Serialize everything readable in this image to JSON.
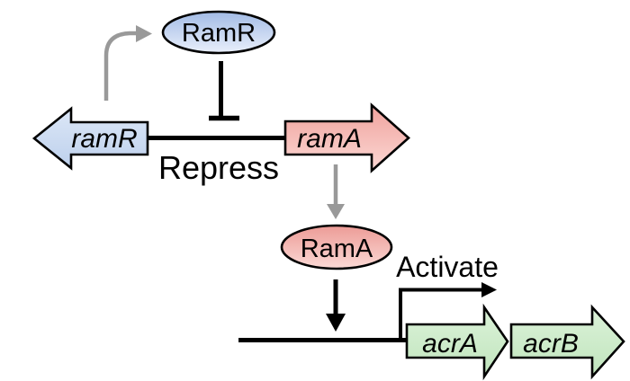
{
  "diagram": {
    "background": "#ffffff",
    "proteins": {
      "ramR": "RamR",
      "ramA": "RamA"
    },
    "genes": {
      "ramR": "ramR",
      "ramA": "ramA",
      "acrA": "acrA",
      "acrB": "acrB"
    },
    "relations": {
      "repress_label": "Repress",
      "activate_label": "Activate"
    },
    "colors": {
      "outline": "#000000",
      "dna_line": "#000000",
      "gray_arrow": "#999999",
      "repress_text": "#2d5699",
      "activate_text": "#000000",
      "blue_ellipse_top": "#a2bbe5",
      "blue_ellipse_bottom": "#e9effb",
      "blue_arrow_top": "#dce7f7",
      "blue_arrow_bottom": "#bdd0ec",
      "pink_ellipse_top": "#ec9b96",
      "pink_ellipse_bottom": "#fbd9d5",
      "pink_arrow_top": "#f0a29d",
      "pink_arrow_bottom": "#fbd8d4",
      "green_arrow_top": "#dcf2d9",
      "green_arrow_bottom": "#c0e5bd"
    }
  }
}
